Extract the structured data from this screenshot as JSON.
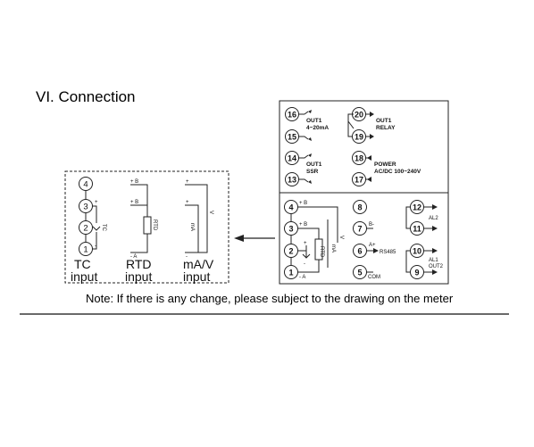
{
  "title": "VI. Connection",
  "note": "Note: If there is any change, please subject to the drawing on the meter",
  "left_panel": {
    "terminals": [
      "4",
      "3",
      "2",
      "1"
    ],
    "tc": {
      "plus": "+",
      "minus": "-",
      "symbol": "TC",
      "caption1": "TC",
      "caption2": "input"
    },
    "rtd": {
      "b1": "+ B",
      "b2": "+ B",
      "a": "- A",
      "element": "RTD",
      "caption1": "RTD",
      "caption2": "input"
    },
    "mav": {
      "plus1": "+",
      "plus2": "+",
      "minus": "-",
      "ma": "mA",
      "v": "V",
      "caption1": "mA/V",
      "caption2": "input"
    }
  },
  "top_panel": {
    "t16": "16",
    "t15": "15",
    "t14": "14",
    "t13": "13",
    "t20": "20",
    "t19": "19",
    "t18": "18",
    "t17": "17",
    "out1_ma_1": "OUT1",
    "out1_ma_2": "4~20mA",
    "out1_relay_1": "OUT1",
    "out1_relay_2": "RELAY",
    "out1_ssr_1": "OUT1",
    "out1_ssr_2": "SSR",
    "power_1": "POWER",
    "power_2": "AC/DC 100~240V"
  },
  "bottom_panel": {
    "t4": "4",
    "t3": "3",
    "t2": "2",
    "t1": "1",
    "t8": "8",
    "t7": "7",
    "t6": "6",
    "t5": "5",
    "t12": "12",
    "t11": "11",
    "t10": "10",
    "t9": "9",
    "plus_b1": "+ B",
    "plus_b2": "+ B",
    "minus_a": "- A",
    "rtd": "RTD",
    "ma": "mA",
    "v": "V",
    "tc_plus": "+",
    "tc_minus": "-",
    "b_minus": "B-",
    "a_plus": "A+",
    "rs485": "RS485",
    "com": "COM",
    "al2": "AL2",
    "al1": "AL1",
    "out2": "OUT2"
  }
}
